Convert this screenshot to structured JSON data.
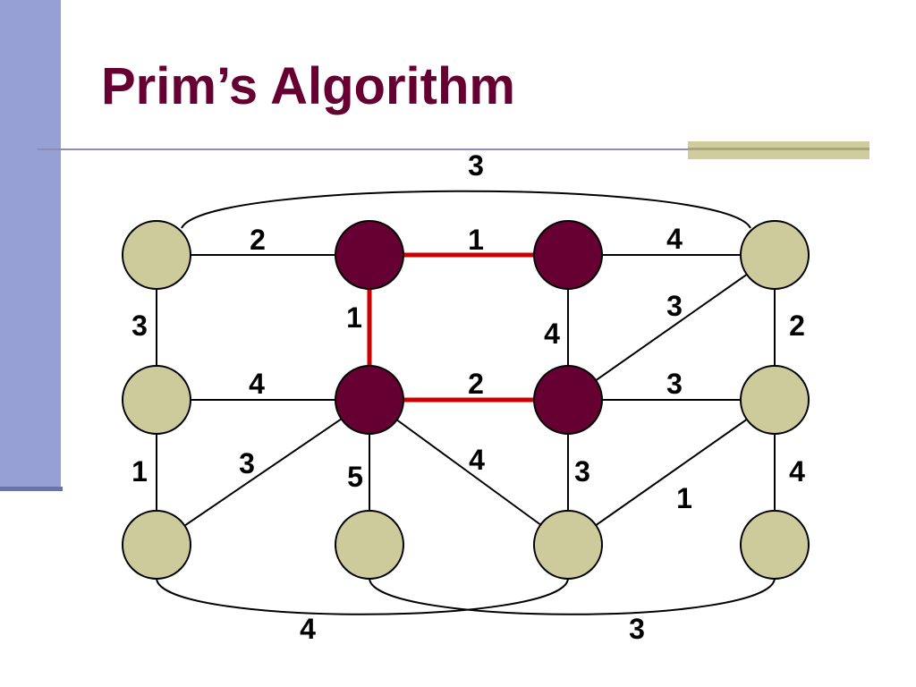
{
  "slide": {
    "title": "Prim’s Algorithm"
  },
  "graph": {
    "colors": {
      "node_visited": "#660033",
      "node_unvisited": "#cdcb9c",
      "edge_default": "#000000",
      "edge_tree": "#cc0000"
    },
    "nodes": [
      {
        "id": "A1",
        "state": "unvisited"
      },
      {
        "id": "B1",
        "state": "visited"
      },
      {
        "id": "C1",
        "state": "visited"
      },
      {
        "id": "D1",
        "state": "unvisited"
      },
      {
        "id": "A2",
        "state": "unvisited"
      },
      {
        "id": "B2",
        "state": "visited"
      },
      {
        "id": "C2",
        "state": "visited"
      },
      {
        "id": "D2",
        "state": "unvisited"
      },
      {
        "id": "A3",
        "state": "unvisited"
      },
      {
        "id": "B3",
        "state": "unvisited"
      },
      {
        "id": "C3",
        "state": "unvisited"
      },
      {
        "id": "D3",
        "state": "unvisited"
      }
    ],
    "edges": [
      {
        "from": "A1",
        "to": "D1",
        "weight": "3",
        "in_tree": false
      },
      {
        "from": "A1",
        "to": "B1",
        "weight": "2",
        "in_tree": false
      },
      {
        "from": "B1",
        "to": "C1",
        "weight": "1",
        "in_tree": true
      },
      {
        "from": "C1",
        "to": "D1",
        "weight": "4",
        "in_tree": false
      },
      {
        "from": "A1",
        "to": "A2",
        "weight": "3",
        "in_tree": false
      },
      {
        "from": "B1",
        "to": "B2",
        "weight": "1",
        "in_tree": true
      },
      {
        "from": "C1",
        "to": "C2",
        "weight": "4",
        "in_tree": false
      },
      {
        "from": "D1",
        "to": "C2",
        "weight": "3",
        "in_tree": false
      },
      {
        "from": "D1",
        "to": "D2",
        "weight": "2",
        "in_tree": false
      },
      {
        "from": "A2",
        "to": "B2",
        "weight": "4",
        "in_tree": false
      },
      {
        "from": "B2",
        "to": "C2",
        "weight": "2",
        "in_tree": true
      },
      {
        "from": "C2",
        "to": "D2",
        "weight": "3",
        "in_tree": false
      },
      {
        "from": "A2",
        "to": "A3",
        "weight": "1",
        "in_tree": false
      },
      {
        "from": "B2",
        "to": "A3",
        "weight": "3",
        "in_tree": false
      },
      {
        "from": "B2",
        "to": "B3",
        "weight": "5",
        "in_tree": false
      },
      {
        "from": "B2",
        "to": "C3",
        "weight": "4",
        "in_tree": false
      },
      {
        "from": "C2",
        "to": "C3",
        "weight": "3",
        "in_tree": false
      },
      {
        "from": "D2",
        "to": "C3",
        "weight": "1",
        "in_tree": false
      },
      {
        "from": "D2",
        "to": "D3",
        "weight": "4",
        "in_tree": false
      },
      {
        "from": "A3",
        "to": "C3",
        "weight": "4",
        "in_tree": false
      },
      {
        "from": "B3",
        "to": "D3",
        "weight": "3",
        "in_tree": false
      }
    ]
  }
}
